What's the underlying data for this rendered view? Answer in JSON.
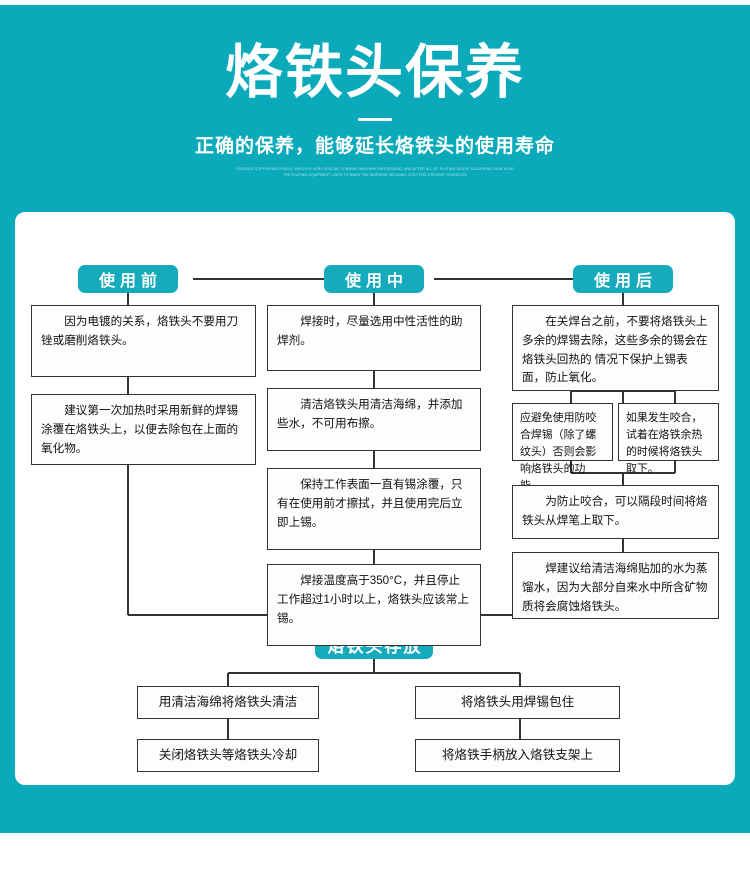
{
  "hero": {
    "title": "烙铁头保养",
    "subtitle": "正确的保养，能够延长烙铁头的使用寿命",
    "micro_line1": "OXIDIZED COPPER MATERIALS, WHICH IS VERY SPECIAL FORMING MACHINE PROCESSING, AND AFTER ALL OF PLATING DENSE SOLDERING IRON HEAD",
    "micro_line2": "THE PLATING EQUIPMENT, USED TO MAKE THE WORKING WELDING, ELECTRIC-PREVENT OXIDATION"
  },
  "flow": {
    "pills": {
      "before": "使用前",
      "during": "使用中",
      "after": "使用后",
      "storage": "烙铁头存放"
    },
    "before_boxes": [
      "因为电镀的关系，烙铁头不要用刀锉或磨削烙铁头。",
      "建议第一次加热时采用新鲜的焊锡涂覆在烙铁头上，以便去除包在上面的氧化物。"
    ],
    "during_boxes": [
      "焊接时，尽量选用中性活性的助焊剂。",
      "清洁烙铁头用清洁海绵，并添加些水，不可用布擦。",
      "保持工作表面一直有锡涂覆，只有在使用前才擦拭，并且使用完后立即上锡。",
      "焊接温度高于350°C，并且停止工作超过1小时以上，烙铁头应该常上锡。"
    ],
    "after_boxes": [
      "在关焊台之前，不要将烙铁头上多余的焊锡去除，这些多余的锡会在烙铁头回热的 情况下保护上锡表面，防止氧化。",
      "为防止咬合，可以隔段时间将烙铁头从焊笔上取下。",
      "焊建议给清洁海绵贴加的水为蒸馏水，因为大部分自来水中所含矿物质将会腐蚀烙铁头。"
    ],
    "after_split": [
      "应避免使用防咬合焊锡（除了螺纹头）否则会影响烙铁头的功能。",
      "如果发生咬合，试着在烙铁余热的时候将烙铁头取下。"
    ],
    "storage_boxes_left": [
      "用清洁海绵将烙铁头清洁",
      "关闭烙铁头等烙铁头冷却"
    ],
    "storage_boxes_right": [
      "将烙铁头用焊锡包住",
      "将烙铁手柄放入烙铁支架上"
    ]
  },
  "colors": {
    "teal": "#0aaabb",
    "pill": "#15abbd",
    "box_border": "#333333",
    "text": "#111111"
  }
}
